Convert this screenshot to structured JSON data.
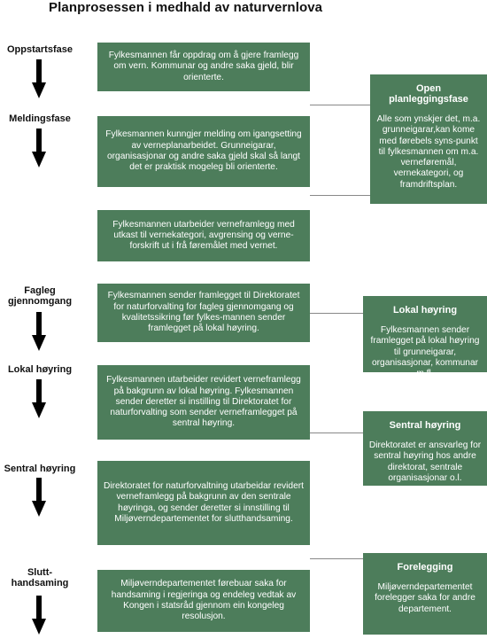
{
  "title": "Planprosessen i medhald av naturvernlova",
  "phases": {
    "oppstart": "Oppstartsfase",
    "melding": "Meldingsfase",
    "fagleg_1": "Fagleg",
    "fagleg_2": "gjennomgang",
    "lokal": "Lokal høyring",
    "sentral": "Sentral høyring",
    "slutt_1": "Slutt-",
    "slutt_2": "handsaming"
  },
  "steps": {
    "step1": "Fylkesmannen får oppdrag om å gjere framlegg om vern. Kommunar og andre saka gjeld, blir orienterte.",
    "step2": "Fylkesmannen kunngjer melding om igangsetting av verneplanarbeidet. Grunneigarar, organisasjonar og andre saka gjeld skal så langt det er praktisk mogeleg bli orienterte.",
    "step3": "Fylkesmannen utarbeider verneframlegg med utkast til vernekategori, avgrensing og verne-forskrift ut i frå føremålet med vernet.",
    "step4": "Fylkesmannen sender framlegget til Direktoratet for naturforvalting for fagleg gjennomgang og kvalitetssikring før fylkes-mannen sender framlegget på lokal høyring.",
    "step5": "Fylkesmannen utarbeider revidert verneframlegg på bakgrunn av lokal høyring. Fylkesmannen sender deretter si instilling til Direktoratet for naturforvalting som sender verneframlegget på sentral høyring.",
    "step6": "Direktoratet for naturforvaltning utarbeidar revidert verneframlegg på bakgrunn av den sentrale høyringa, og sender deretter si innstilling til Miljøverndepartementet for slutthandsaming.",
    "step7": "Miljøverndepartementet førebuar saka for handsaming i regjeringa og endeleg vedtak av Kongen i statsråd gjennom ein kongeleg resolusjon."
  },
  "side_boxes": {
    "open": {
      "heading": "Open planleggingsfase",
      "body": "Alle som ynskjer det, m.a. grunneigarar,kan kome med førebels syns-punkt til fylkesmannen om m.a. verneføremål, vernekategori, og framdriftsplan."
    },
    "lokal": {
      "heading": "Lokal høyring",
      "body": "Fylkesmannen sender framlegget på lokal høyring til grunneigarar, organisasjonar, kommunar m.fl."
    },
    "sentral": {
      "heading": "Sentral høyring",
      "body": "Direktoratet er ansvarleg for sentral høyring hos andre direktorat, sentrale organisasjonar o.l."
    },
    "foreleggj": {
      "heading": "Forelegging",
      "body": "Miljøverndepartementet forelegger saka for andre departement."
    }
  },
  "colors": {
    "box": "#4d7d5b",
    "text_on_box": "#ffffff",
    "connector": "#888888"
  },
  "icons": {
    "phase_arrow": "down-arrow-icon"
  }
}
